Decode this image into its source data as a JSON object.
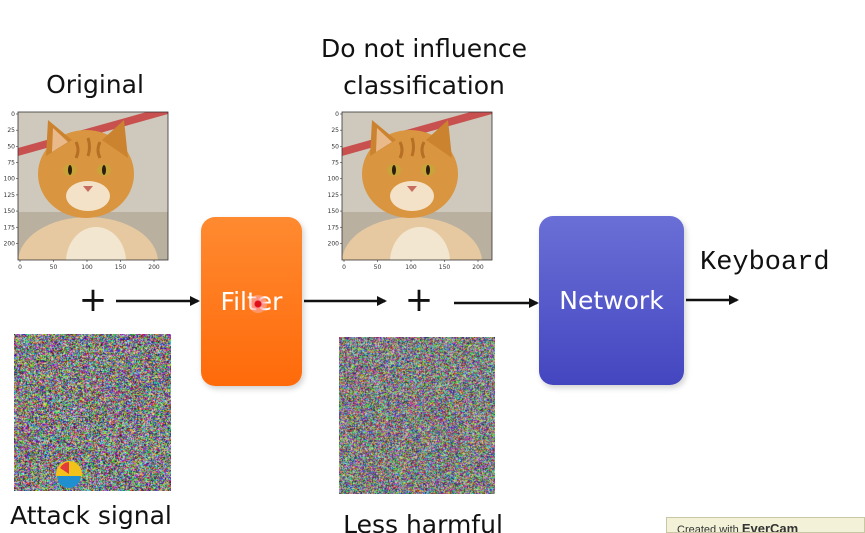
{
  "labels": {
    "original": "Original",
    "no_influence_line1": "Do not influence",
    "no_influence_line2": "classification",
    "attack_signal": "Attack signal",
    "less_harmful": "Less harmful",
    "keyboard": "Keyboard",
    "plus": "+"
  },
  "boxes": {
    "filter": "Filter",
    "network": "Network"
  },
  "axis_ticks": {
    "y": [
      "0",
      "25",
      "50",
      "75",
      "100",
      "125",
      "150",
      "175",
      "200"
    ],
    "x": [
      "0",
      "50",
      "100",
      "150",
      "200"
    ]
  },
  "watermark": {
    "prefix": "Created with ",
    "brand": "EverCam"
  },
  "colors": {
    "filter": "#ff7a1a",
    "network": "#5457c9",
    "arrow": "#111111"
  }
}
